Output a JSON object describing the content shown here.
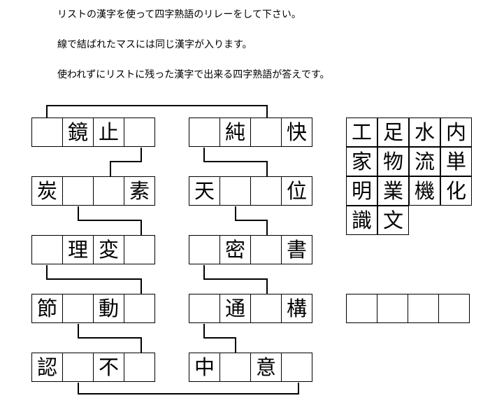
{
  "instructions": [
    "リストの漢字を使って四字熟語のリレーをして下さい。",
    "線で結ばれたマスには同じ漢字が入ります。",
    "使われずにリストに残った漢字で出来る四字熟語が答えです。"
  ],
  "left_column": [
    [
      "",
      "鏡",
      "止",
      ""
    ],
    [
      "炭",
      "",
      "",
      "素"
    ],
    [
      "",
      "理",
      "変",
      ""
    ],
    [
      "節",
      "",
      "動",
      ""
    ],
    [
      "認",
      "",
      "不",
      ""
    ]
  ],
  "right_column": [
    [
      "",
      "純",
      "",
      "快"
    ],
    [
      "天",
      "",
      "",
      "位"
    ],
    [
      "",
      "密",
      "",
      "書"
    ],
    [
      "",
      "通",
      "",
      "構"
    ],
    [
      "中",
      "",
      "意",
      ""
    ]
  ],
  "kanji_list": [
    [
      "工",
      "足",
      "水",
      "内"
    ],
    [
      "家",
      "物",
      "流",
      "単"
    ],
    [
      "明",
      "業",
      "機",
      "化"
    ],
    [
      "識",
      "文"
    ]
  ],
  "answer": [
    "",
    "",
    "",
    ""
  ]
}
